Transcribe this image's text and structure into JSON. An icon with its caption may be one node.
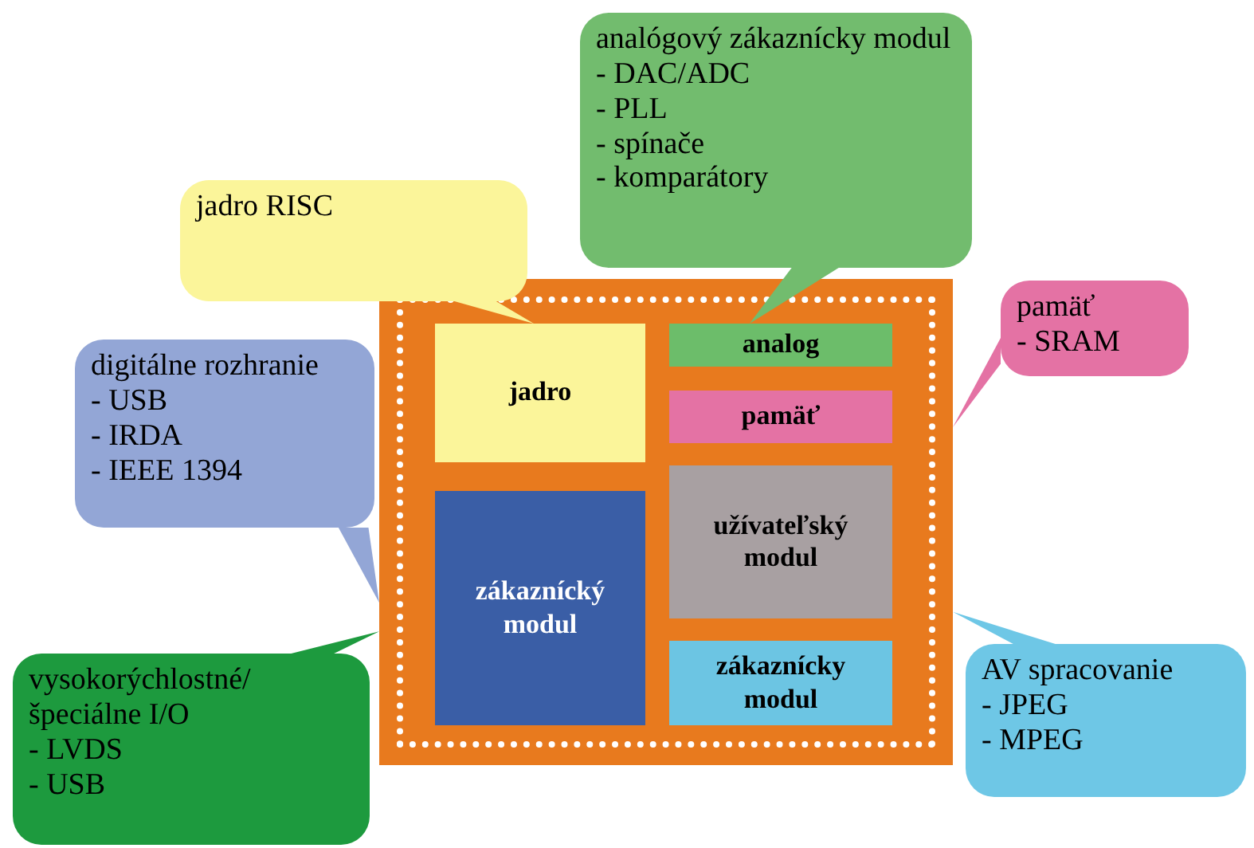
{
  "diagram": {
    "nodes": [
      {
        "text": [],
        "shape": "box"
      },
      {
        "text": [
          "jadro"
        ],
        "in": 0
      },
      {
        "text": [
          "zákaznícký modul"
        ],
        "in": 0
      },
      {
        "text": [
          "analog"
        ],
        "in": 0
      },
      {
        "text": [
          "pamäť"
        ],
        "in": 0
      },
      {
        "text": [
          "užívateľský modul"
        ],
        "in": 0
      },
      {
        "text": [
          "zákaznícky modul"
        ],
        "in": 0
      },
      {
        "text": [
          "jadro RISC"
        ]
      },
      {
        "text": [
          "analógový zákaznícky modul",
          "- DAC/ADC",
          "- PLL",
          "- spínače",
          "- komparátory"
        ]
      },
      {
        "text": [
          "pamäť",
          "- SRAM"
        ]
      },
      {
        "text": [
          "digitálne rozhranie",
          "- USB",
          "- IRDA",
          "- IEEE 1394"
        ]
      },
      {
        "text": [
          "vysokorýchlostné/ špeciálne I/O",
          "- LVDS",
          "- USB"
        ]
      },
      {
        "text": [
          "AV spracovanie",
          "- JPEG",
          "- MPEG"
        ]
      }
    ],
    "edges": [
      {
        "from": 7,
        "to": 1,
        "arrow": "none",
        "color": "#fbf59a"
      },
      {
        "from": 8,
        "to": 3,
        "arrow": "none",
        "color": "#72bc6e"
      },
      {
        "from": 9,
        "to": 0,
        "arrow": "none",
        "color": "#e472a4"
      },
      {
        "from": 10,
        "to": 0,
        "arrow": "none",
        "color": "#93a6d6"
      },
      {
        "from": 11,
        "to": 0,
        "arrow": "none",
        "color": "#1d9a3e"
      },
      {
        "from": 12,
        "to": 0,
        "arrow": "none",
        "color": "#6ec7e6"
      }
    ]
  }
}
